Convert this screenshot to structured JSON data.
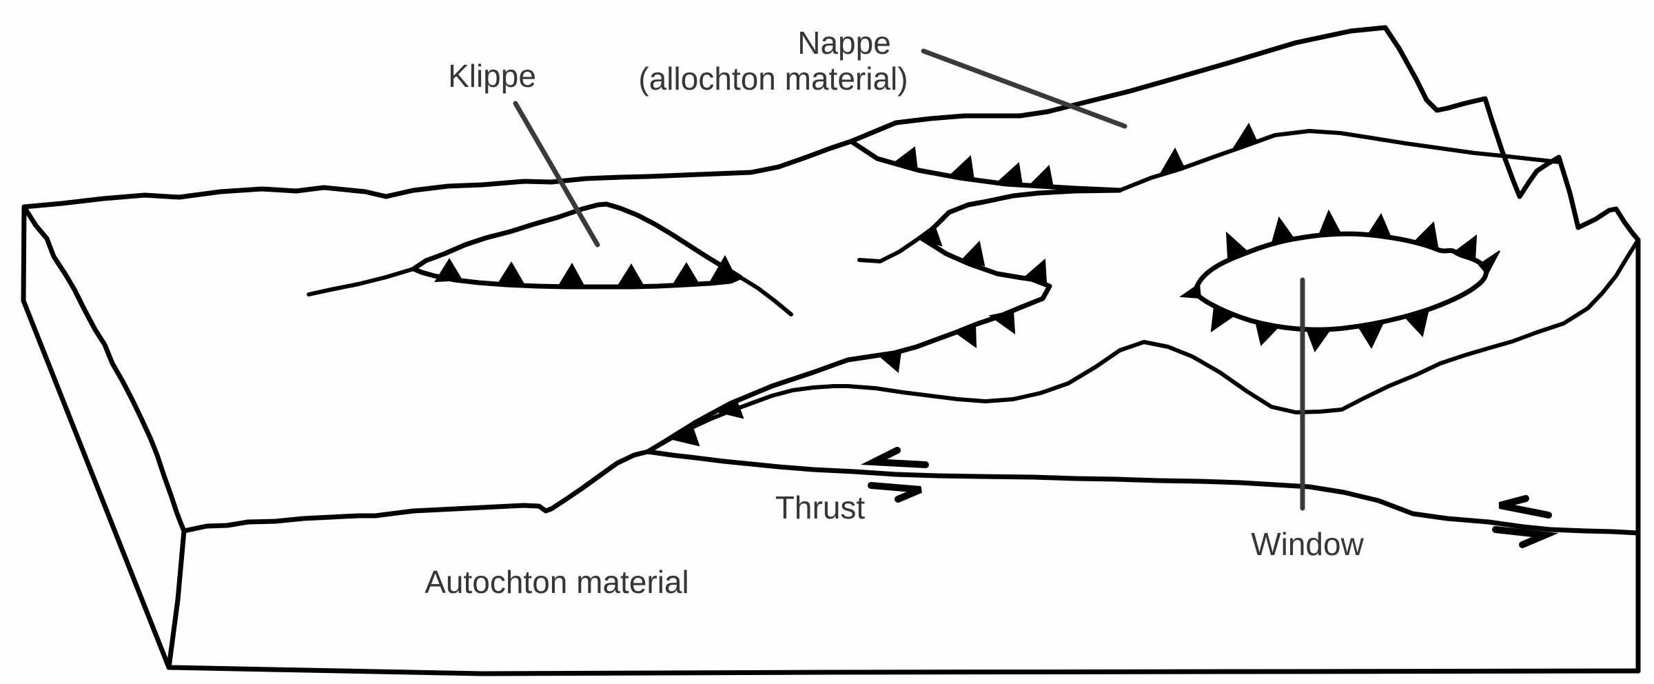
{
  "diagram": {
    "title": "Nappe tectonics block diagram",
    "labels": {
      "klippe": "Klippe",
      "nappe_line1": "Nappe",
      "nappe_line2": "(allochton material)",
      "thrust": "Thrust",
      "window": "Window",
      "autochton": "Autochton material"
    },
    "colors": {
      "nappe_gray": "#c9c9c9",
      "line_black": "#000000",
      "label_gray": "#363636",
      "background": "#fefefe"
    },
    "legend_semantics": {
      "gray_area": "Nappe (allochton material)",
      "white_area": "Autochton material",
      "teeth_line": "thrust fault trace (teeth point to upper plate)",
      "half_arrows": "relative shear sense along thrust"
    }
  }
}
